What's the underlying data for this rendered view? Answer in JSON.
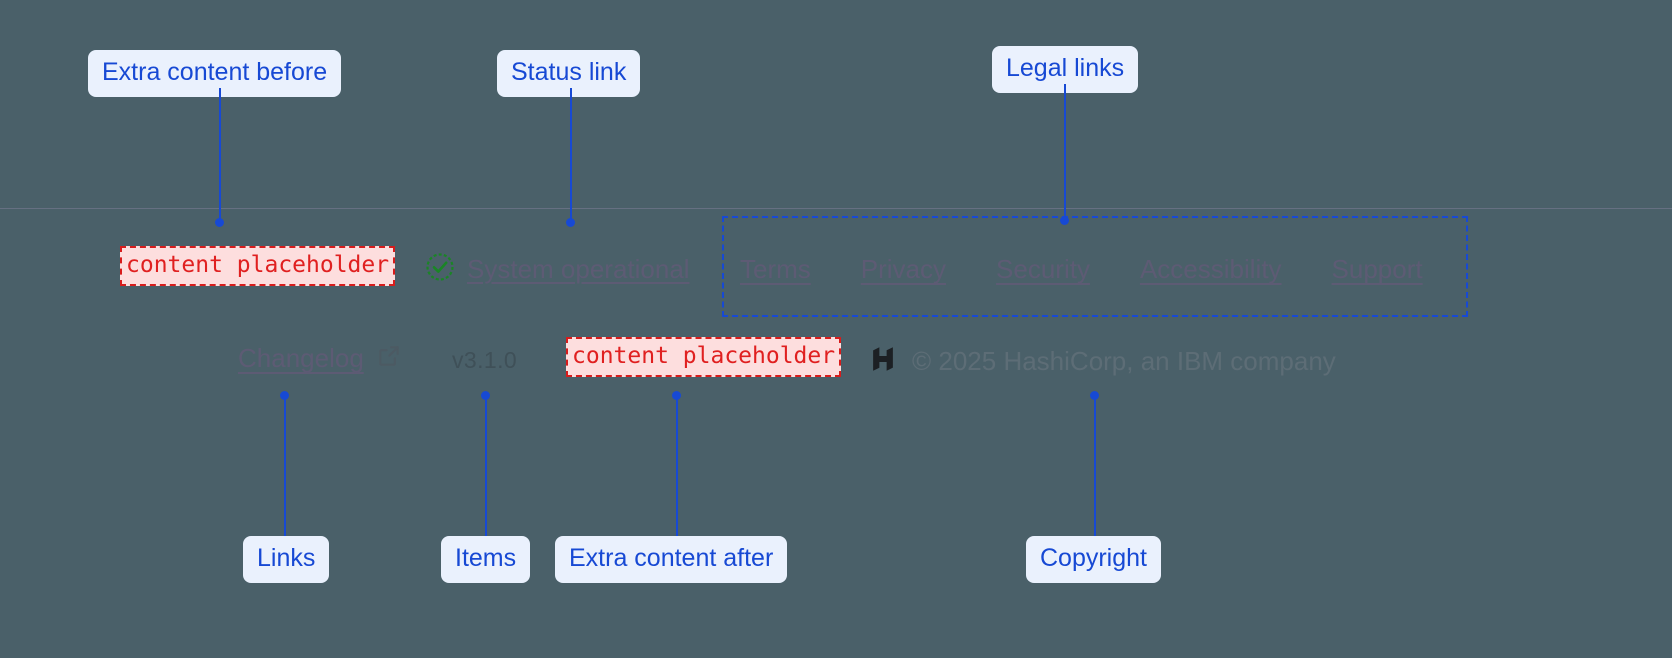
{
  "theme": {
    "page_background": "#4a6069",
    "callout_background": "#eaf1fd",
    "callout_text": "#1749d4",
    "leader_line": "#1749d4",
    "placeholder_text": "#e02020",
    "placeholder_background": "#fddede",
    "placeholder_border": "#d81c1c",
    "link_text": "#5d5b74",
    "status_ok": "#1a8526",
    "divider": "#9a8ca6"
  },
  "annotations": [
    {
      "id": "extra-content-before",
      "label": "Extra content before"
    },
    {
      "id": "status-link",
      "label": "Status link"
    },
    {
      "id": "legal-links",
      "label": "Legal links"
    },
    {
      "id": "links",
      "label": "Links"
    },
    {
      "id": "items",
      "label": "Items"
    },
    {
      "id": "extra-content-after",
      "label": "Extra content after"
    },
    {
      "id": "copyright",
      "label": "Copyright"
    }
  ],
  "footer": {
    "extra_before": {
      "text": "content placeholder"
    },
    "extra_after": {
      "text": "content placeholder"
    },
    "status": {
      "icon": "check-circle-icon",
      "label": "System operational"
    },
    "legal_links": [
      {
        "label": "Terms"
      },
      {
        "label": "Privacy"
      },
      {
        "label": "Security"
      },
      {
        "label": "Accessibility"
      },
      {
        "label": "Support"
      }
    ],
    "changelog": {
      "label": "Changelog",
      "icon": "external-link-icon"
    },
    "version": {
      "label": "v3.1.0"
    },
    "copyright": {
      "logo": "hashicorp-logo",
      "text": "© 2025 HashiCorp, an IBM company"
    }
  }
}
